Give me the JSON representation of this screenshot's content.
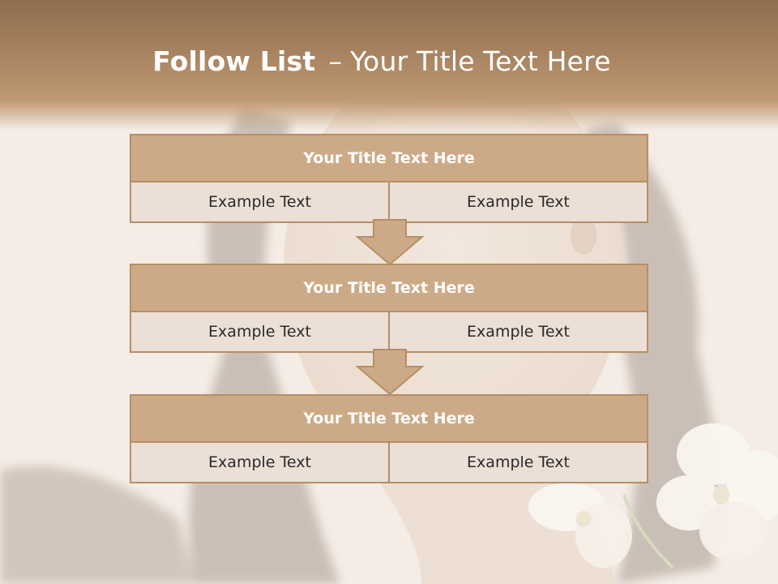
{
  "slide": {
    "title_bold": "Follow List",
    "title_sep": "–",
    "title_rest": "Your Title Text Here"
  },
  "blocks": [
    {
      "title": "Your Title Text Here",
      "left": "Example Text",
      "right": "Example Text"
    },
    {
      "title": "Your Title Text Here",
      "left": "Example Text",
      "right": "Example Text"
    },
    {
      "title": "Your Title Text Here",
      "left": "Example Text",
      "right": "Example Text"
    }
  ],
  "colors": {
    "header_brown": "#a7825f",
    "block_title_fill": "#cdaa87",
    "block_body_fill": "#ecdfd6",
    "block_border": "#b68e64"
  },
  "icons": [
    "down-arrow-icon",
    "orchid-flower-icon"
  ]
}
